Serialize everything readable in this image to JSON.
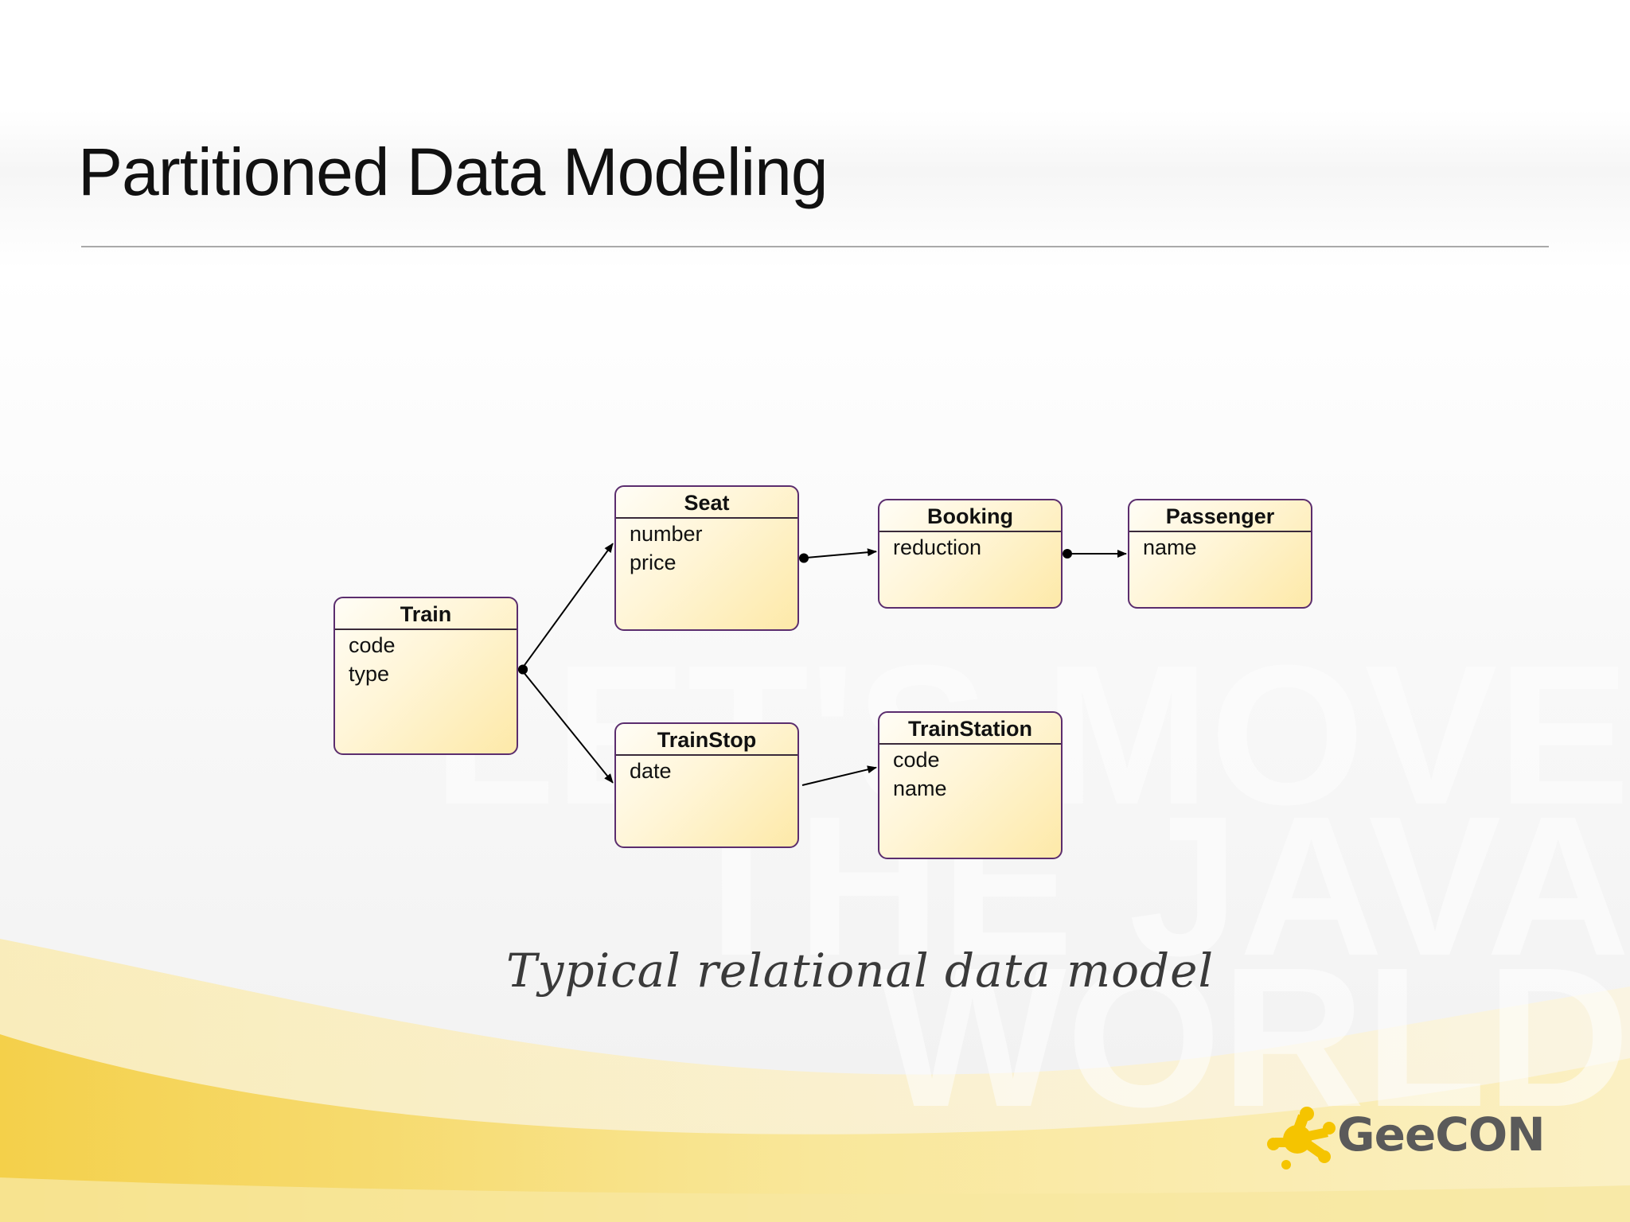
{
  "title": "Partitioned Data Modeling",
  "watermark": [
    "LET'S MOVE",
    "THE JAVA",
    "WORLD"
  ],
  "entities": [
    {
      "id": "train",
      "name": "Train",
      "attributes": [
        "code",
        "type"
      ]
    },
    {
      "id": "seat",
      "name": "Seat",
      "attributes": [
        "number",
        "price"
      ]
    },
    {
      "id": "booking",
      "name": "Booking",
      "attributes": [
        "reduction"
      ]
    },
    {
      "id": "passenger",
      "name": "Passenger",
      "attributes": [
        "name"
      ]
    },
    {
      "id": "trainstop",
      "name": "TrainStop",
      "attributes": [
        "date"
      ]
    },
    {
      "id": "trainstation",
      "name": "TrainStation",
      "attributes": [
        "code",
        "name"
      ]
    }
  ],
  "relations": [
    {
      "from": "train",
      "to": "seat",
      "start": "dot",
      "end": "arrow"
    },
    {
      "from": "train",
      "to": "trainstop",
      "start": "dot",
      "end": "arrow"
    },
    {
      "from": "seat",
      "to": "booking",
      "start": "dot",
      "end": "arrow"
    },
    {
      "from": "booking",
      "to": "passenger",
      "start": "dot",
      "end": "arrow"
    },
    {
      "from": "trainstop",
      "to": "trainstation",
      "start": "none",
      "end": "arrow"
    }
  ],
  "caption": "Typical relational data model",
  "logo": {
    "text": "GeeCON",
    "color": "#f5c400",
    "text_color": "#5a5a5a"
  },
  "colors": {
    "entity_border": "#5b2d6e",
    "entity_fill": "#fff3cc",
    "wave": "#f2cf3f"
  }
}
